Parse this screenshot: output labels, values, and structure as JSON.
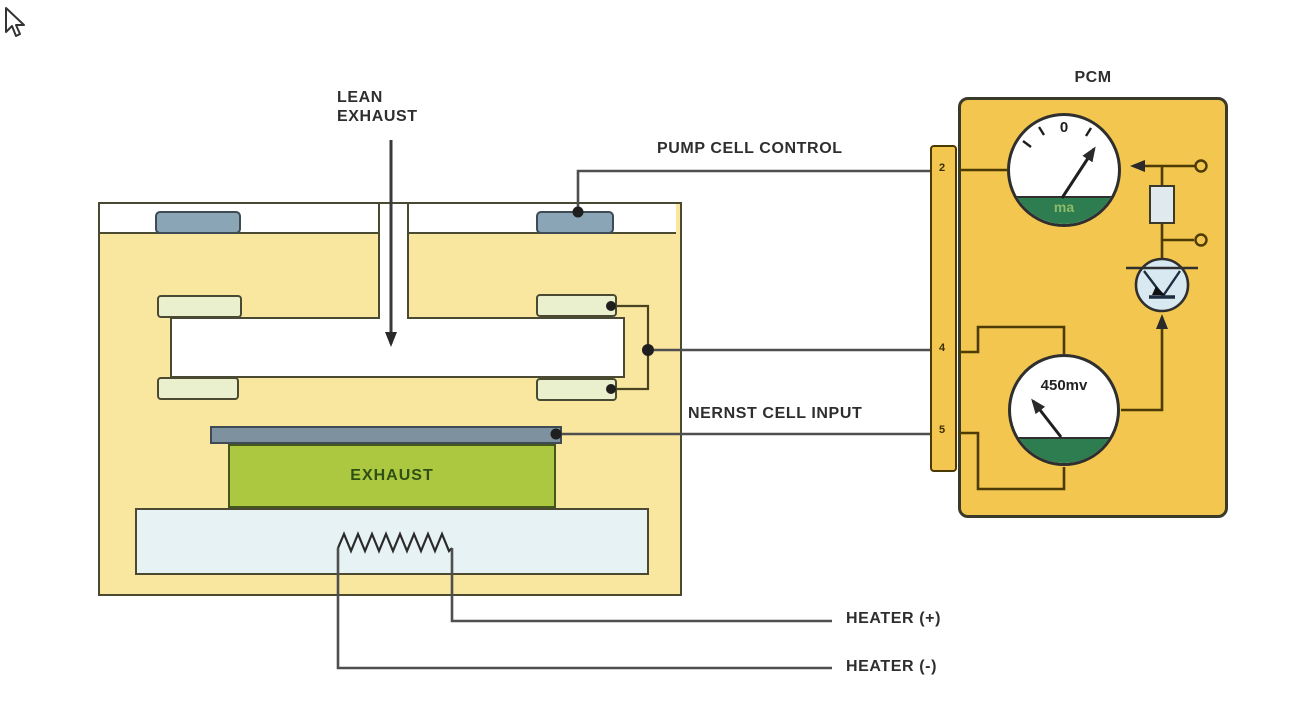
{
  "sensor": {
    "lean_exhaust_line1": "LEAN",
    "lean_exhaust_line2": "EXHAUST",
    "exhaust_chamber_label": "EXHAUST",
    "pump_cell_control_label": "PUMP CELL CONTROL",
    "nernst_cell_input_label": "NERNST CELL INPUT",
    "heater_positive_label": "HEATER (+)",
    "heater_negative_label": "HEATER (-)"
  },
  "pcm": {
    "title": "PCM",
    "pins": [
      {
        "number": "2"
      },
      {
        "number": "4"
      },
      {
        "number": "5"
      }
    ],
    "ammeter": {
      "scale_zero": "0",
      "unit": "ma"
    },
    "voltmeter": {
      "reading": "450mv"
    }
  },
  "colors": {
    "sensor_body": "#f9e7a0",
    "pcm_body": "#f2c64f",
    "exhaust_green": "#abc840",
    "meter_green": "#2e7d50",
    "electrode_blue_gray": "#8aa5b5",
    "electrode_pale_green": "#eaf0cd",
    "heater_substrate": "#e7f2f4",
    "wire_gray": "#4f4f4f",
    "wire_pcm_brown": "#4d3b05"
  }
}
